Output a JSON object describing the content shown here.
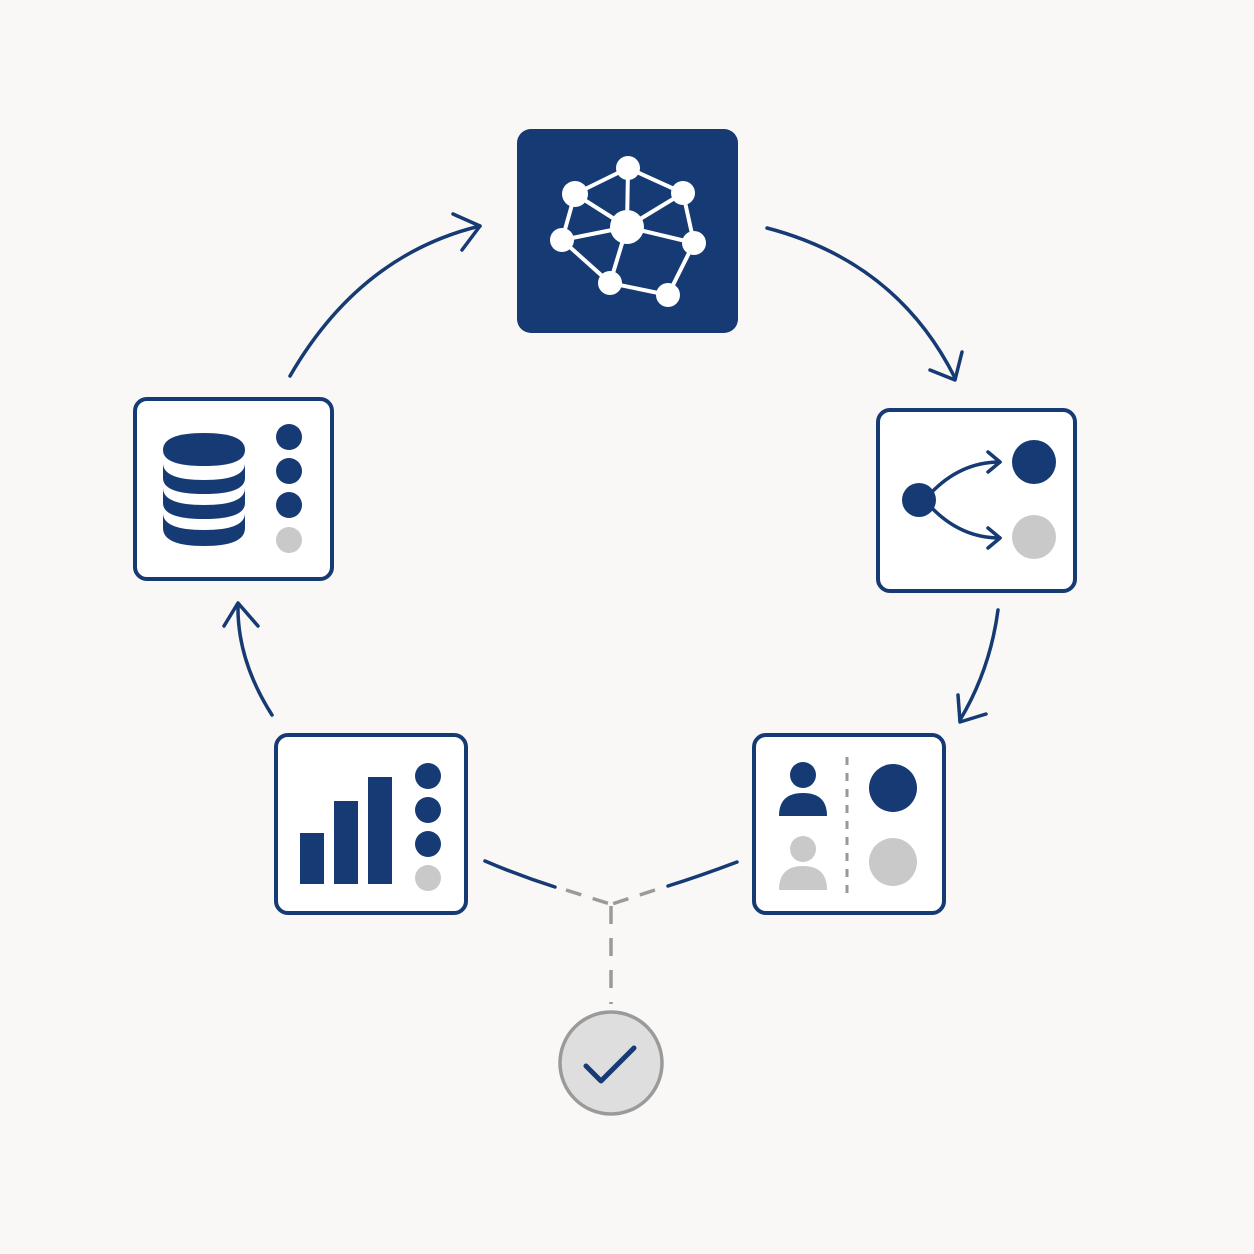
{
  "colors": {
    "navy": "#163a73",
    "gray": "#c9c9c9",
    "gray_stroke": "#9a9a9a",
    "background": "#f9f8f6",
    "white": "#ffffff"
  },
  "nodes": [
    {
      "id": "network",
      "icon": "neural-network-icon",
      "style": "filled"
    },
    {
      "id": "branching",
      "icon": "branch-split-icon",
      "style": "outlined"
    },
    {
      "id": "people",
      "icon": "user-comparison-icon",
      "style": "outlined"
    },
    {
      "id": "analytics",
      "icon": "bar-chart-icon",
      "style": "outlined"
    },
    {
      "id": "data",
      "icon": "database-icon",
      "style": "outlined"
    },
    {
      "id": "complete",
      "icon": "check-mark-icon",
      "style": "circle"
    }
  ],
  "cycle_order": [
    "network",
    "branching",
    "people",
    "analytics",
    "data",
    "network"
  ],
  "branch_to": "complete"
}
